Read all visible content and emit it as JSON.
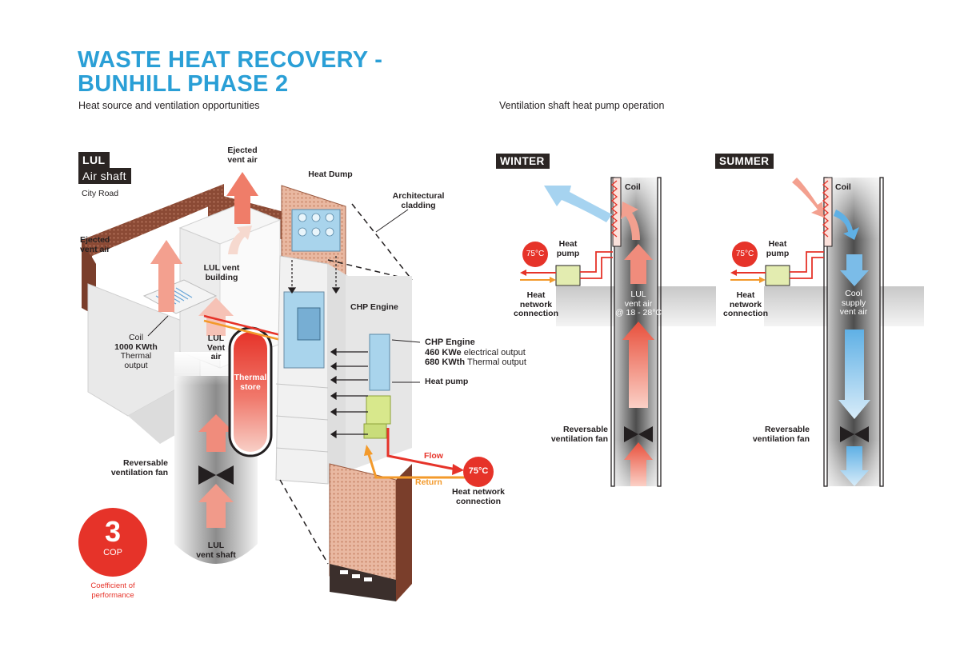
{
  "title_line1": "WASTE HEAT RECOVERY -",
  "title_line2": "BUNHILL PHASE 2",
  "left_subtitle": "Heat source and ventilation opportunities",
  "right_subtitle": "Ventilation shaft heat pump operation",
  "lul_tag": "LUL",
  "air_shaft_tag": "Air shaft",
  "city_road": "City Road",
  "ejected_vent_air_top": [
    "Ejected",
    "vent air"
  ],
  "ejected_vent_air_left": [
    "Ejected",
    "vent air"
  ],
  "heat_dump": "Heat Dump",
  "architectural_cladding": [
    "Architectural",
    "cladding"
  ],
  "lul_vent_building": [
    "LUL vent",
    "building"
  ],
  "chp_engine_label": "CHP Engine",
  "coil_label": "Coil",
  "coil_output_value": "1000 KWth",
  "coil_output_text": [
    "Thermal",
    "output"
  ],
  "lul_vent_air": [
    "LUL",
    "Vent",
    "air"
  ],
  "thermal_store": [
    "Thermal",
    "store"
  ],
  "chp_spec_title": "CHP Engine",
  "chp_spec_electric_value": "460 KWe",
  "chp_spec_electric_text": "electrical output",
  "chp_spec_thermal_value": "680 KWth",
  "chp_spec_thermal_text": "Thermal output",
  "heat_pump_label": "Heat pump",
  "flow_label": "Flow",
  "return_label": "Return",
  "temp_75": "75°C",
  "heat_network_connection": [
    "Heat network",
    "connection"
  ],
  "reversable_fan_left": [
    "Reversable",
    "ventilation fan"
  ],
  "lul_vent_shaft": [
    "LUL",
    "vent shaft"
  ],
  "cop_value": "3",
  "cop_label": "COP",
  "cop_caption": [
    "Coefficient of",
    "performance"
  ],
  "winter": {
    "tag": "WINTER",
    "coil": "Coil",
    "heat_pump": [
      "Heat",
      "pump"
    ],
    "temp": "75°C",
    "network": [
      "Heat",
      "network",
      "connection"
    ],
    "shaft_air": [
      "LUL",
      "vent air",
      "@ 18 - 28°C"
    ],
    "fan": [
      "Reversable",
      "ventilation fan"
    ]
  },
  "summer": {
    "tag": "SUMMER",
    "coil": "Coil",
    "heat_pump": [
      "Heat",
      "pump"
    ],
    "temp": "75°C",
    "network": [
      "Heat",
      "network",
      "connection"
    ],
    "shaft_air": [
      "Cool",
      "supply",
      "vent air"
    ],
    "fan": [
      "Reversable",
      "ventilation fan"
    ]
  },
  "colors": {
    "title_blue": "#2a9fd6",
    "red": "#e63329",
    "orange": "#f39a2b",
    "brick": "#8b4a35",
    "cool_blue": "#5fb0e5",
    "dark_tag": "#2b2523"
  }
}
